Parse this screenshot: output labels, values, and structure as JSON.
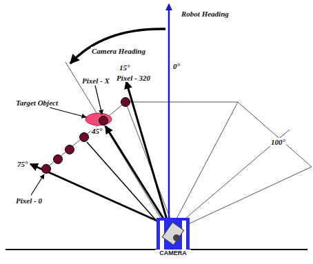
{
  "diagram": {
    "nodes": [
      {
        "text": [
          "CAMERA"
        ]
      }
    ],
    "labels": [
      "Robot Heading",
      "Camera Heading",
      "15°",
      "0°",
      "Pixel - X",
      "Pixel - 320",
      "Target Object",
      "45°",
      "100°",
      "75°",
      "Pixel - 0"
    ]
  }
}
